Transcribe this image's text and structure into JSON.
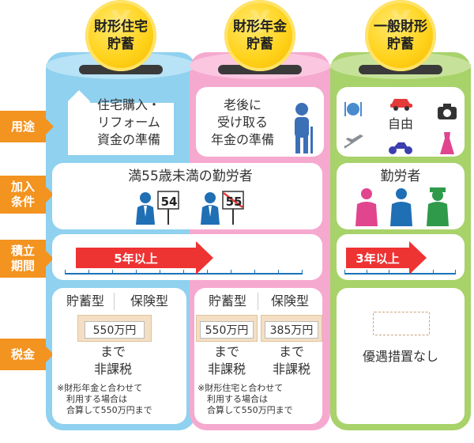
{
  "plans": [
    {
      "name": "財形住宅\n貯蓄",
      "line1": "財形住宅",
      "line2": "貯蓄"
    },
    {
      "name": "財形年金\n貯蓄",
      "line1": "財形年金",
      "line2": "貯蓄"
    },
    {
      "name": "一般財形\n貯蓄",
      "line1": "一般財形",
      "line2": "貯蓄"
    }
  ],
  "rows": {
    "use": "用途",
    "eligibility": [
      "加入",
      "条件"
    ],
    "period": [
      "積立",
      "期間"
    ],
    "tax": "税金"
  },
  "use": {
    "housing": [
      "住宅購入・",
      "リフォーム",
      "資金の準備"
    ],
    "pension": [
      "老後に",
      "受け取る",
      "年金の準備"
    ],
    "general": "自由"
  },
  "eligibility": {
    "shared": "満55歳未満の勤労者",
    "sign_ok": "54",
    "sign_ng": "55",
    "general": "勤労者"
  },
  "period": {
    "shared": "5年以上",
    "general": "3年以上"
  },
  "tax": {
    "housing": {
      "type_savings": "貯蓄型",
      "type_insurance": "保険型",
      "amount": "550万円",
      "line1": "まで",
      "line2": "非課税",
      "note": [
        "※財形年金と合わせて",
        "利用する場合は",
        "合算して550万円まで"
      ]
    },
    "pension": {
      "type_savings": "貯蓄型",
      "type_insurance": "保険型",
      "amount_savings": "550万円",
      "amount_insurance": "385万円",
      "line1": "まで",
      "line2": "非課税",
      "note": [
        "※財形住宅と合わせて",
        "利用する場合は",
        "合算して550万円まで"
      ]
    },
    "general": "優遇措置なし"
  },
  "colors": {
    "housing": "#8fd1ef",
    "pension": "#f6a9cf",
    "general": "#a8d26a",
    "label": "#f39320",
    "arrow": "#ee3333",
    "coin": "#ffd21a"
  }
}
